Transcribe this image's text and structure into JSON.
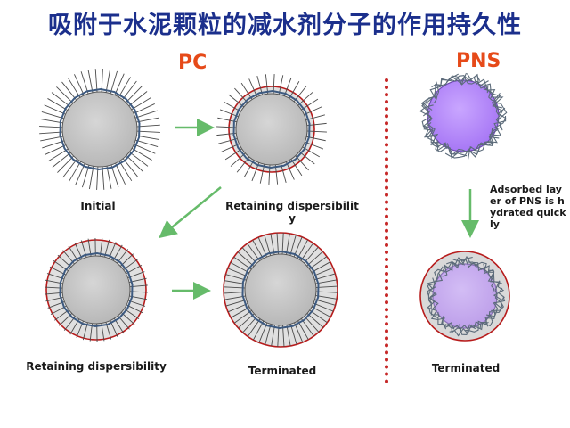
{
  "title": "吸附于水泥颗粒的减水剂分子的作用持久性",
  "headers": {
    "pc": "PC",
    "pns": "PNS"
  },
  "labels": {
    "initial": "Initial",
    "retaining_1_line1": "Retaining dispersibilit",
    "retaining_1_line2": "y",
    "retaining_2": "Retaining dispersibility",
    "terminated_pc": "Terminated",
    "terminated_pns": "Terminated"
  },
  "pns_note_lines": [
    "Adsorbed lay",
    "er of PNS is h",
    "ydrated quick",
    "ly"
  ],
  "colors": {
    "title": "#1b2f8c",
    "header": "#e64a19",
    "particle_gray": "#c8c8c8",
    "polymer_blue": "#3d5a80",
    "hydration_ring": "#b71c1c",
    "pns_particle": "#b388ff",
    "arrow_green": "#66bb6a",
    "divider": "#c62828"
  }
}
